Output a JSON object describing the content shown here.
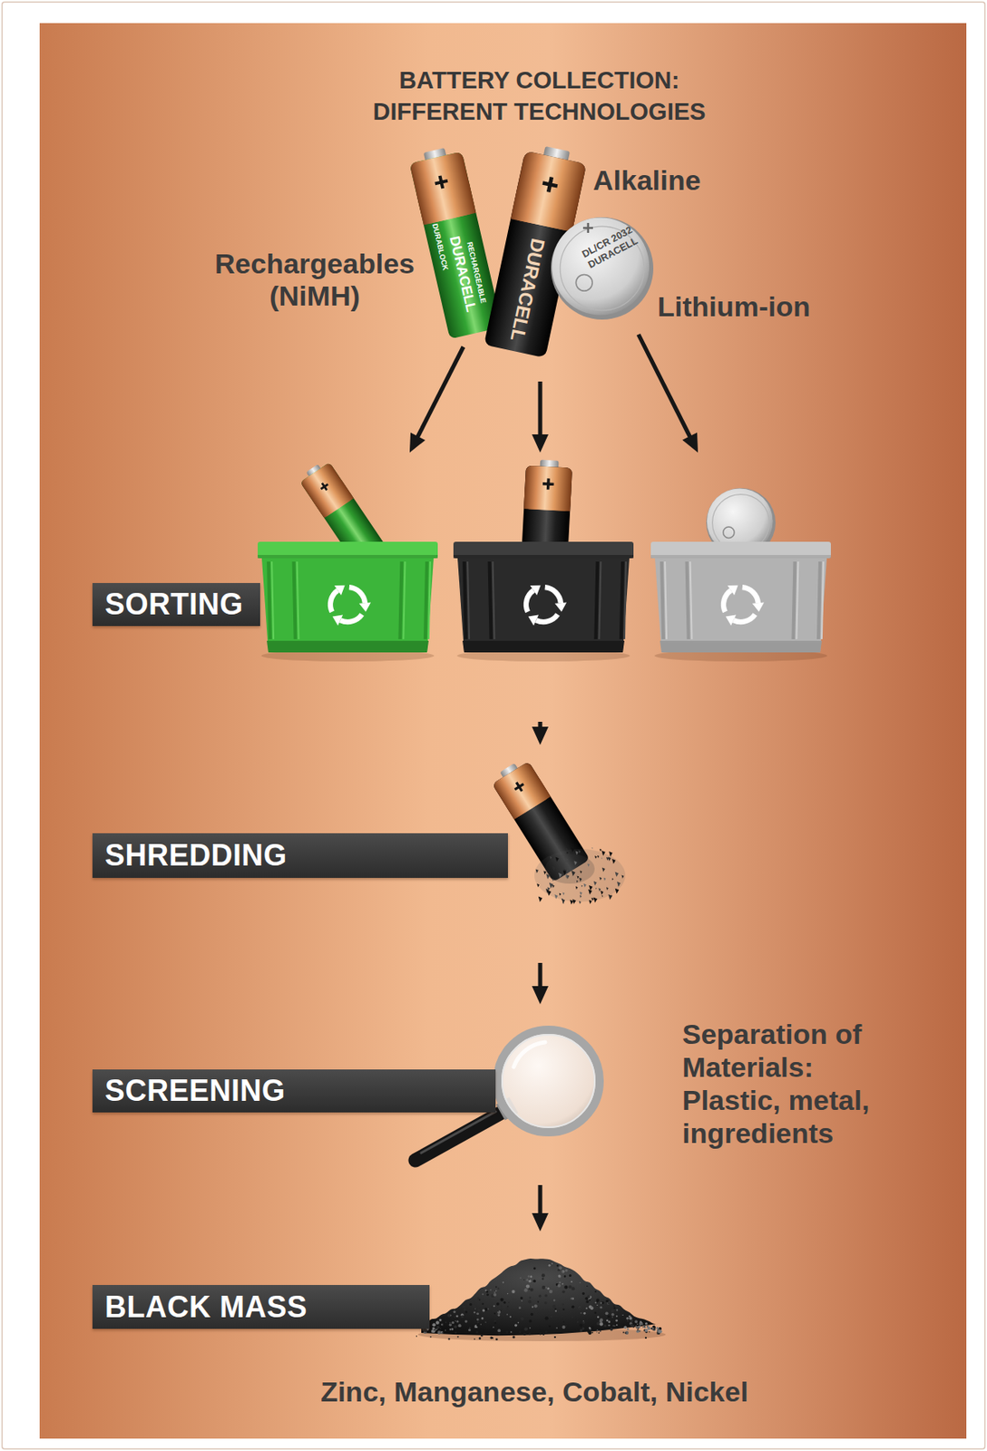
{
  "diagram": {
    "title": "BATTERY COLLECTION: DIFFERENT TECHNOLOGIES",
    "nodes": [
      {
        "text": [
          "Rechargeables (NiMH)"
        ]
      },
      {
        "text": [
          "Alkaline"
        ]
      },
      {
        "text": [
          "Lithium-ion"
        ]
      },
      {
        "text": [
          "SORTING"
        ]
      },
      {
        "text": [
          "SHREDDING"
        ]
      },
      {
        "text": [
          "SCREENING"
        ]
      },
      {
        "text": [
          "BLACK MASS"
        ]
      }
    ],
    "edges": [
      {
        "from": 0,
        "to": 3,
        "arrow": "to"
      },
      {
        "from": 1,
        "to": 3,
        "arrow": "to"
      },
      {
        "from": 2,
        "to": 3,
        "arrow": "to"
      },
      {
        "from": 3,
        "to": 4,
        "arrow": "to"
      },
      {
        "from": 4,
        "to": 5,
        "arrow": "to"
      },
      {
        "from": 5,
        "to": 6,
        "arrow": "to"
      }
    ],
    "labels": [
      "DURABLOCK",
      "RECHARGEABLE",
      "DURACELL",
      "DURACELL",
      "DL/CR 2032",
      "DURACELL",
      "Separation of Materials: Plastic, metal, ingredients",
      "Zinc, Manganese, Cobalt, Nickel"
    ]
  }
}
